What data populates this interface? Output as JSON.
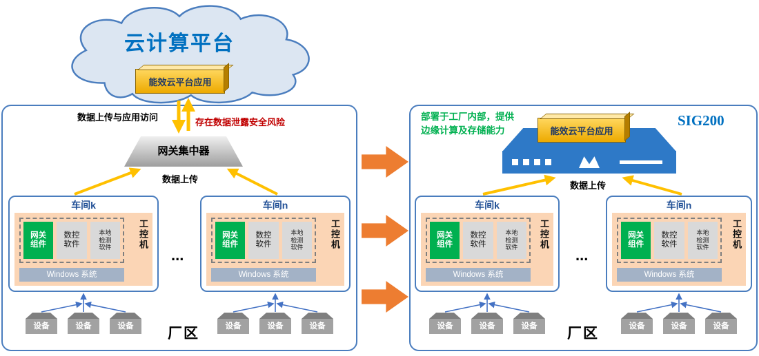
{
  "colors": {
    "cloud_fill": "#dce6f2",
    "border_blue": "#4a7dbe",
    "gold_accent": "#ffc000",
    "green_accent": "#00b050",
    "orange_arrow": "#ed7d31",
    "risk_red": "#c00000",
    "device_blue": "#2e79c7",
    "panel_peach": "#fbd5b5"
  },
  "cloud": {
    "title": "云计算平台",
    "app_label": "能效云平台应用"
  },
  "left": {
    "upload_access": "数据上传与应用访问",
    "risk": "存在数据泄露安全风险",
    "gateway": "网关集中器",
    "upload": "数据上传",
    "dots": "...",
    "area": "厂区",
    "workshop_k": "车间k",
    "workshop_n": "车间n"
  },
  "right": {
    "note_line1": "部署于工厂内部，提供",
    "note_line2": "边缘计算及存储能力",
    "model": "SIG200",
    "app_label": "能效云平台应用",
    "upload": "数据上传",
    "dots": "...",
    "area": "厂区",
    "workshop_k": "车间k",
    "workshop_n": "车间n"
  },
  "workshop": {
    "gateway_lines": [
      "网关",
      "组件"
    ],
    "cnc_lines": [
      "数控",
      "软件"
    ],
    "detect_lines": [
      "本地",
      "检测",
      "软件"
    ],
    "ipc": "工控机",
    "os": "Windows 系统",
    "device": "设备"
  }
}
